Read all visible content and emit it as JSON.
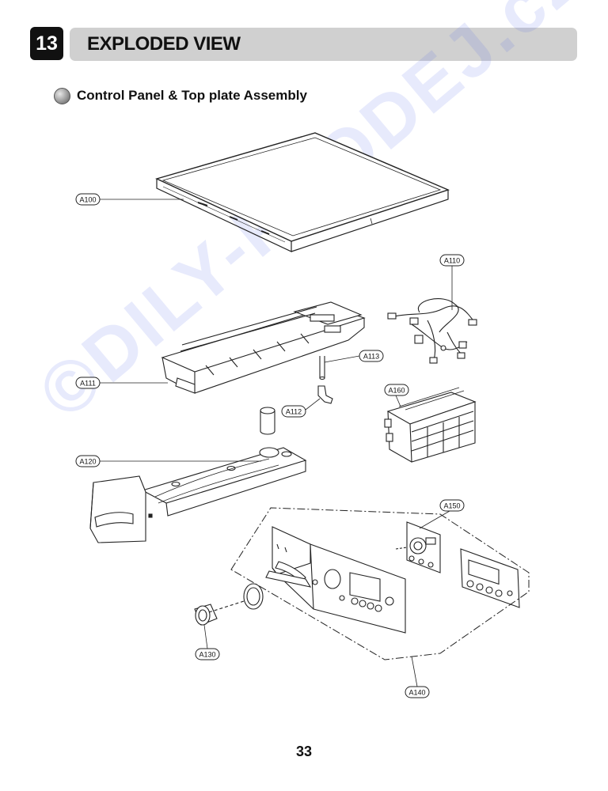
{
  "header": {
    "section_number": "13",
    "title": "EXPLODED VIEW"
  },
  "subheading": "Control Panel & Top plate Assembly",
  "watermark": "©DILY-PRODEJ.cz",
  "callouts": {
    "a100": "A100",
    "a110": "A110",
    "a111": "A111",
    "a112": "A112",
    "a113": "A113",
    "a120": "A120",
    "a130": "A130",
    "a140": "A140",
    "a150": "A150",
    "a160": "A160"
  },
  "page_number": "33"
}
